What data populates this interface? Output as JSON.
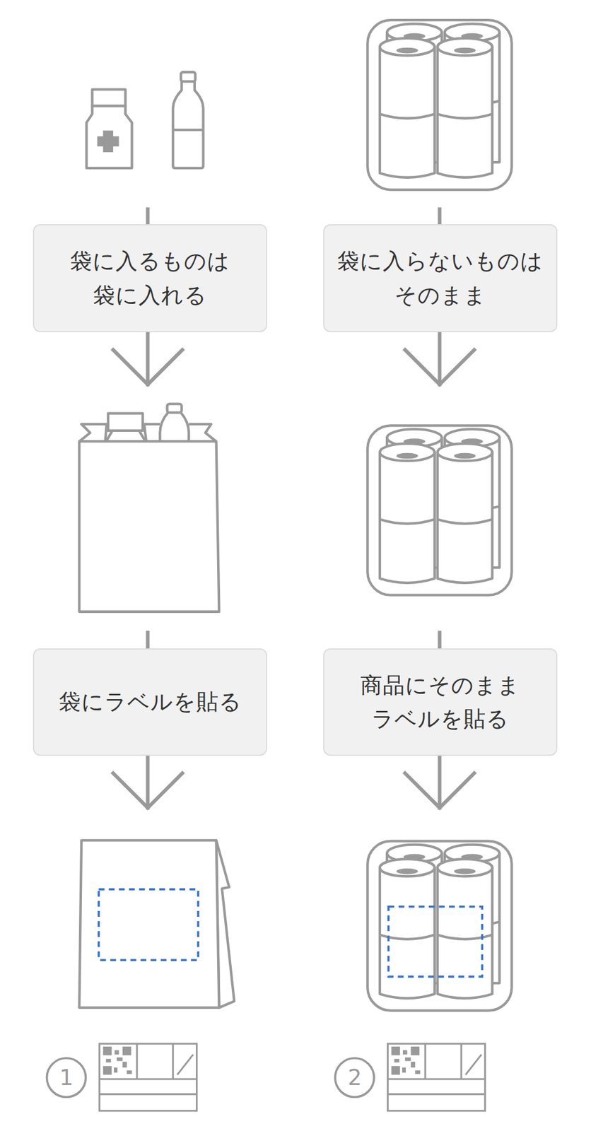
{
  "diagram": {
    "nodes": [
      {
        "text": [
          "袋に入るものは 袋に入れる"
        ]
      },
      {
        "text": [
          "袋に入らないものは そのまま"
        ]
      },
      {
        "text": [
          "袋にラベルを貼る"
        ]
      },
      {
        "text": [
          "商品にそのまま ラベルを貼る"
        ]
      }
    ],
    "labels": [
      "1",
      "2"
    ]
  }
}
